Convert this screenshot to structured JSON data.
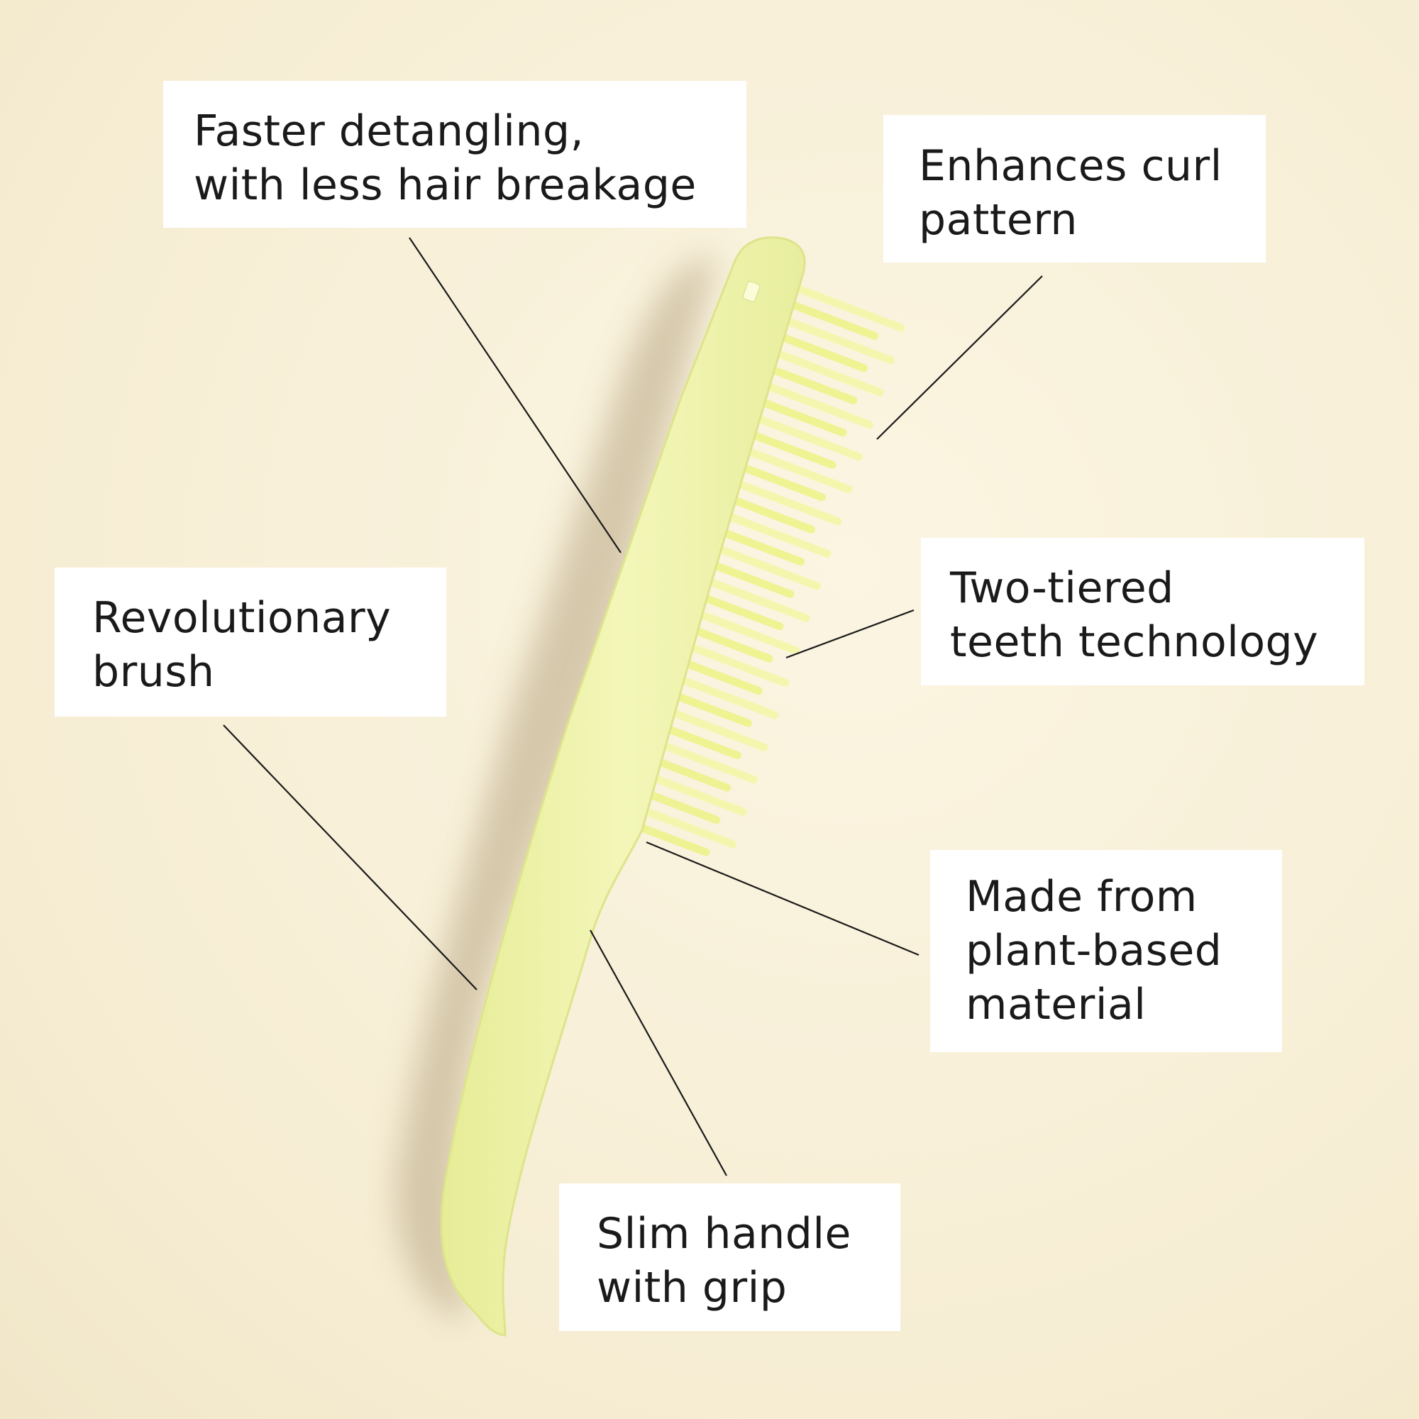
{
  "callouts": [
    {
      "id": "detangling",
      "lines": [
        "Faster detangling,",
        "with less hair breakage"
      ]
    },
    {
      "id": "curl",
      "lines": [
        "Enhances curl",
        "pattern"
      ]
    },
    {
      "id": "teeth",
      "lines": [
        "Two-tiered",
        "teeth technology"
      ]
    },
    {
      "id": "revolutionary",
      "lines": [
        "Revolutionary",
        "brush"
      ]
    },
    {
      "id": "material",
      "lines": [
        "Made from",
        "plant-based",
        "material"
      ]
    },
    {
      "id": "handle",
      "lines": [
        "Slim handle",
        "with grip"
      ]
    }
  ],
  "colors": {
    "background": "#f7efd6",
    "brush": "#eef3a6",
    "teeth": "#f3f59a",
    "line": "#1a1a1a",
    "label_bg": "#ffffff"
  }
}
